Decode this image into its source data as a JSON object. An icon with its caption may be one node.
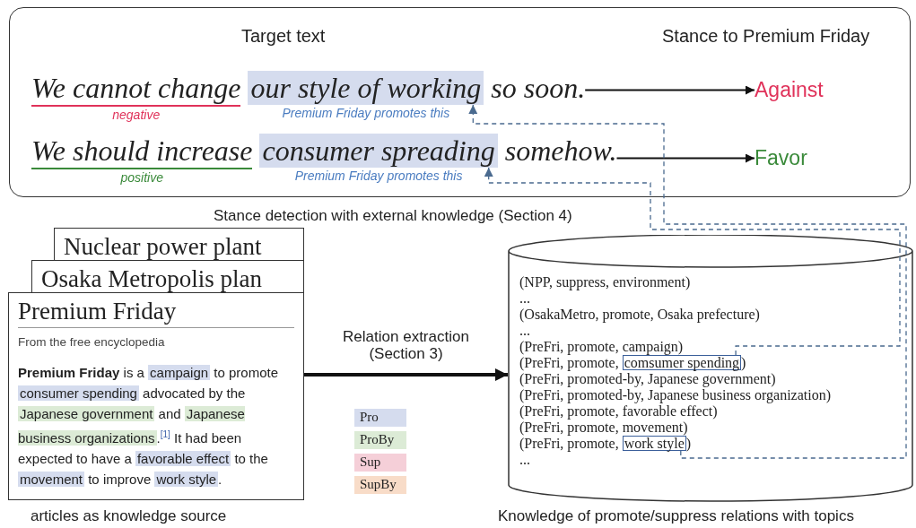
{
  "diagram": {
    "nodes": [
      {
        "text": [
          "Target text",
          "Stance to Premium Friday"
        ]
      },
      {
        "text": [
          "We cannot change"
        ],
        "beside": [
          "negative"
        ],
        "in": 0
      },
      {
        "text": [
          "our style of working"
        ],
        "beside": [
          "Premium Friday promotes this"
        ],
        "in": 0
      },
      {
        "text": [
          "so soon."
        ],
        "in": 0
      },
      {
        "text": [
          "Against"
        ],
        "in": 0
      },
      {
        "text": [
          "We should increase"
        ],
        "beside": [
          "positive"
        ],
        "in": 0
      },
      {
        "text": [
          "consumer spreading"
        ],
        "beside": [
          "Premium Friday promotes this"
        ],
        "in": 0
      },
      {
        "text": [
          "somehow."
        ],
        "in": 0
      },
      {
        "text": [
          "Favor"
        ],
        "in": 0
      },
      {
        "text": [],
        "shape": "cylinder"
      },
      {
        "text": [
          "comsumer spending"
        ],
        "in": 9
      },
      {
        "text": [
          "work style"
        ],
        "in": 9
      },
      {
        "text": [
          "Nuclear power plant"
        ]
      },
      {
        "text": [
          "Osaka Metropolis plan"
        ]
      },
      {
        "text": [
          "Premium Friday",
          "From the free encyclopedia",
          "**Premium Friday** is a",
          "campaign",
          "to promote",
          "consumer spending",
          "advocated by the",
          "Japanese government",
          "and",
          "Japanese business organizations",
          ".$^{[1]}$ It had been expected to have a",
          "favorable effect",
          "to the",
          "movement",
          "to improve",
          "work style",
          "."
        ]
      }
    ],
    "edges": [
      {
        "from": 3,
        "to": 4,
        "arrow": "to",
        "color": "#111111"
      },
      {
        "from": 7,
        "to": 8,
        "arrow": "to",
        "color": "#111111"
      },
      {
        "from": 14,
        "to": 9,
        "arrow": "to",
        "label": "Relation extraction (Section 3)",
        "style": "thick",
        "color": "#111111"
      },
      {
        "from": 10,
        "to": 6,
        "arrow": "to",
        "style": "dashed",
        "color": "#4a6a8f"
      },
      {
        "from": 11,
        "to": 2,
        "arrow": "to",
        "style": "dashed",
        "color": "#4a6a8f"
      }
    ],
    "labels": [
      "Stance detection with external knowledge (Section 4)",
      "(NPP, suppress, environment)",
      "...",
      "(OsakaMetro, promote, Osaka prefecture)",
      "...",
      "(PreFri, promote, campaign)",
      "(PreFri, promote,",
      ")",
      "(PreFri, promoted-by, Japanese government)",
      "(PreFri, promoted-by, Japanese business organization)",
      "(PreFri, promote, favorable effect)",
      "(PreFri, promote, movement)",
      "(PreFri, promote,",
      ")",
      "...",
      "articles as knowledge source",
      "Knowledge of promote/suppress relations with topics"
    ],
    "legend": [
      {
        "text": "Pro",
        "color": "#d5dcee"
      },
      {
        "text": "ProBy",
        "color": "#dcebd6"
      },
      {
        "text": "Sup",
        "color": "#f5cfd8"
      },
      {
        "text": "SupBy",
        "color": "#f8dcc8"
      }
    ]
  }
}
